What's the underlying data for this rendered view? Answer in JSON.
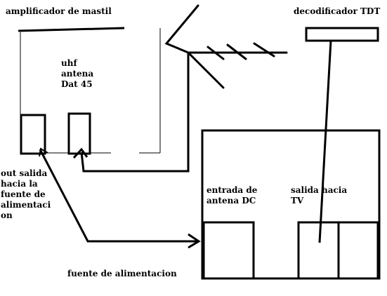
{
  "labels": {
    "amplifier": "amplificador de mastil",
    "uhf_antenna": [
      "uhf",
      "antena",
      "Dat 45"
    ],
    "decoder": "decodificador TDT",
    "out_salida": [
      "out salida",
      "hacia la",
      "fuente de",
      "alimentaci",
      "on"
    ],
    "entrada": [
      "entrada de",
      "antena DC"
    ],
    "salida_tv": [
      "salida hacia",
      "TV"
    ],
    "power_supply": "fuente de alimentacion"
  },
  "colors": {
    "stroke": "#000000",
    "background": "#ffffff"
  }
}
